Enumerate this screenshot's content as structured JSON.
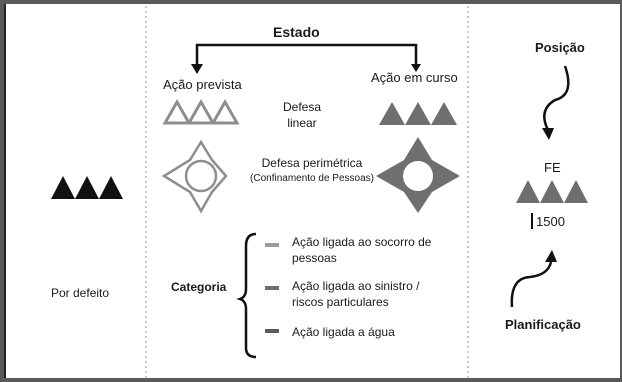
{
  "state": {
    "title": "Estado",
    "planned": "Ação prevista",
    "in_progress": "Ação em curso"
  },
  "defense_linear": {
    "line1": "Defesa",
    "line2": "linear"
  },
  "defense_perimeter": {
    "title": "Defesa perimétrica",
    "subtitle": "(Confinamento de Pessoas)"
  },
  "default": {
    "label": "Por defeito"
  },
  "category": {
    "title": "Categoria",
    "items": [
      {
        "line1": "Ação ligada ao socorro de",
        "line2": "pessoas",
        "color": "#9b9b9b"
      },
      {
        "line1": "Ação ligada ao sinistro /",
        "line2": "riscos particulares",
        "color": "#6e6e6e"
      },
      {
        "line1": "Ação ligada a água",
        "line2": "",
        "color": "#5a5a5a"
      }
    ]
  },
  "position": {
    "title": "Posição"
  },
  "planning": {
    "title": "Planificação"
  },
  "unit": {
    "code": "FE",
    "number": "1500"
  },
  "colors": {
    "planned_outline": "#8e8e8e",
    "in_progress_fill": "#6f6f6f",
    "default_fill": "#111111",
    "arrow": "#111111",
    "divider": "#9a9a9a"
  }
}
